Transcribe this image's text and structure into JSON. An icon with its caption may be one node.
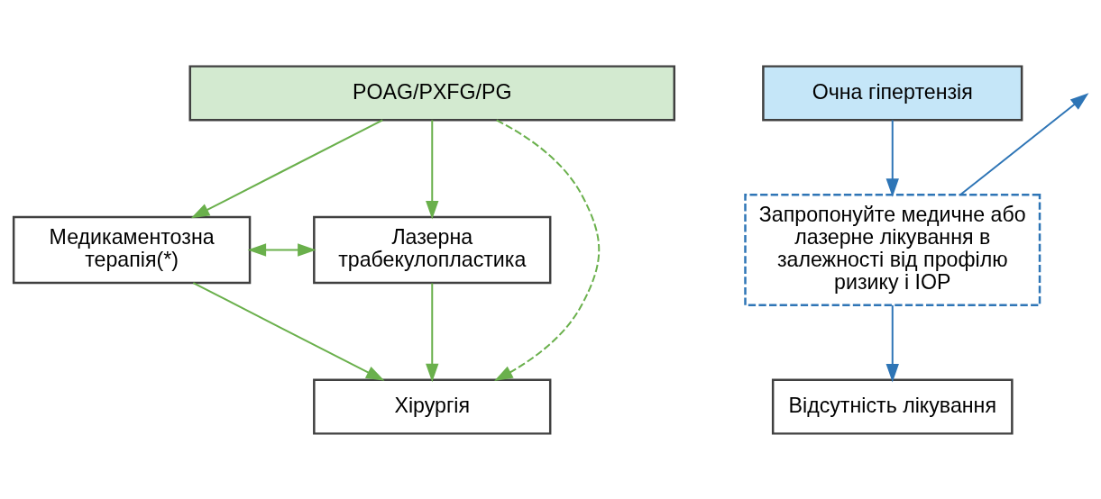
{
  "diagram": {
    "nodes": [
      {
        "text": [
          "POAG/PXFG/PG"
        ]
      },
      {
        "text": [
          "Медикаментозна терапія(*)"
        ]
      },
      {
        "text": [
          "Лазерна трабекулопластика"
        ]
      },
      {
        "text": [
          "Хірургія"
        ]
      },
      {
        "text": [
          "Очна гіпертензія"
        ]
      },
      {
        "text": [
          "Запропонуйте медичне або лазерне лікування в залежності від профілю ризику і IOP"
        ]
      },
      {
        "text": [
          "Відсутність лікування"
        ]
      }
    ],
    "edges": [
      {
        "from": 0,
        "to": 1,
        "arrow": "to"
      },
      {
        "from": 0,
        "to": 2,
        "arrow": "to"
      },
      {
        "from": 0,
        "to": 3,
        "arrow": "to",
        "style": "dashed"
      },
      {
        "from": 1,
        "to": 2,
        "arrow": "both"
      },
      {
        "from": 1,
        "to": 3,
        "arrow": "to"
      },
      {
        "from": 2,
        "to": 3,
        "arrow": "to"
      },
      {
        "from": 4,
        "to": 5,
        "arrow": "to",
        "color": "#2e75b6"
      },
      {
        "from": 5,
        "to": null,
        "arrow": "to",
        "color": "#2e75b6"
      },
      {
        "from": 5,
        "to": 6,
        "arrow": "to",
        "color": "#2e75b6"
      }
    ]
  }
}
